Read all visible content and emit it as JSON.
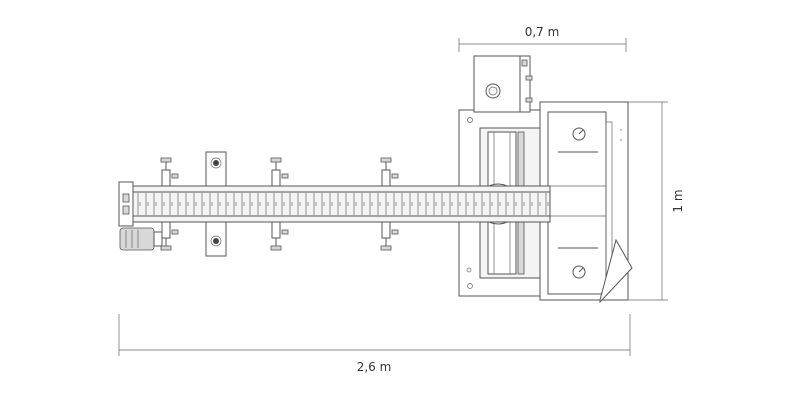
{
  "dimensions": {
    "top_width": "0,7 m",
    "right_height": "1 m",
    "bottom_length": "2,6 m"
  },
  "colors": {
    "line": "#555555",
    "text": "#333333",
    "background": "#ffffff"
  },
  "icons": {
    "drive_motor": "motor-icon",
    "star_wheel": "star-wheel-icon",
    "knob": "adjustment-knob-icon"
  }
}
